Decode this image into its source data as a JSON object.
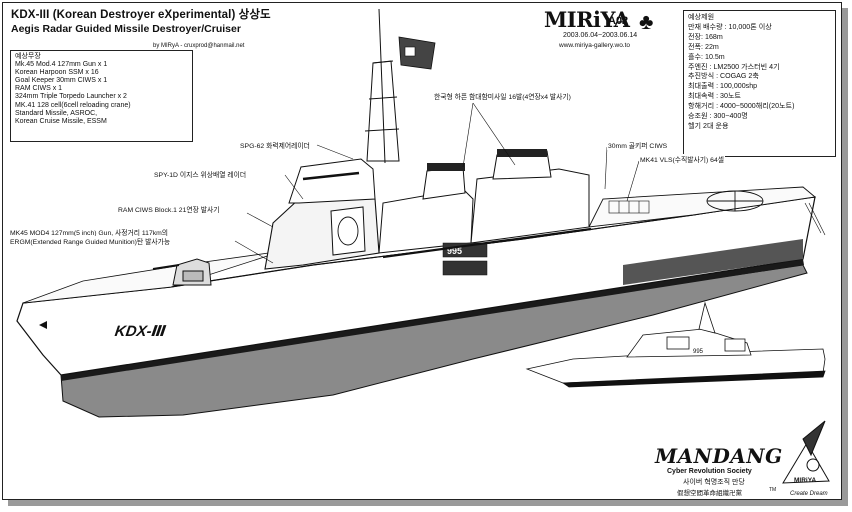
{
  "header": {
    "title": "KDX-III (Korean Destroyer eXperimental) 상상도",
    "subtitle": "Aegis Radar Guided Missile Destroyer/Cruiser",
    "author": "by MIRyA - cruxprod@hanmail.net"
  },
  "weapons_box": {
    "heading": "예상무장",
    "lines": [
      "Mk.45 Mod.4 127mm Gun x 1",
      "Korean Harpoon SSM x 16",
      "Goal Keeper 30mm CIWS x 1",
      "RAM CIWS x 1",
      "324mm Triple Torpedo Launcher x 2",
      "MK.41 128 cell(6cell reloading crane)",
      "Standard Missile, ASROC,",
      "Korean Cruise Missile, ESSM"
    ]
  },
  "logo": {
    "name": "MIRiYA",
    "code": "A02",
    "dates": "2003.06.04~2003.06.14",
    "url": "www.miriya-gallery.wo.to",
    "clover_icon": "clover-icon"
  },
  "specs_box": {
    "heading": "예상제원",
    "lines": [
      "만재 배수량 : 10,000톤 이상",
      "전장: 168m",
      "전폭: 22m",
      "흘수: 10.5m",
      "주엔진 : LM2500 가스터빈 4기",
      "추진방식 : COGAG 2축",
      "최대출력 : 100,000shp",
      "최대속력 : 30노트",
      "항해거리 : 4000~5000해리(20노트)",
      "승조원 : 300~400명",
      "헬기 2대 운용"
    ]
  },
  "callouts": [
    "한국형 하픈 함대함미사일 16발(4연장x4 발사기)",
    "30mm 골키퍼 CIWS",
    "SPG-62 화력제어레이더",
    "MK41 VLS(수직발사기) 64셀",
    "SPY-1D 이지스 위상배열 레이더",
    "RAM CIWS Block.1 21연장 발사기",
    "MK45 MOD4 127mm(5 inch) Gun, 사정거리 117km의",
    "ERGM(Extended Range Guided Munition)탄 발사가능"
  ],
  "hull": {
    "label": "KDX-Ⅲ",
    "deck_number_front": "995",
    "deck_number_rear": "995"
  },
  "branding": {
    "mandang": "MANDANG",
    "tm": "TM",
    "society": "Cyber Revolution Society",
    "society_kr": "사이버 혁명조직 만당",
    "hanja": "假想空間革命組織卍黨",
    "miriya_small": "MIRiYA",
    "tagline": "Create Dream"
  },
  "colors": {
    "ink": "#111111",
    "hull_dark": "#2a2a2a",
    "hull_grey": "#8a8a8a",
    "shadow": "#9a9a9a"
  }
}
